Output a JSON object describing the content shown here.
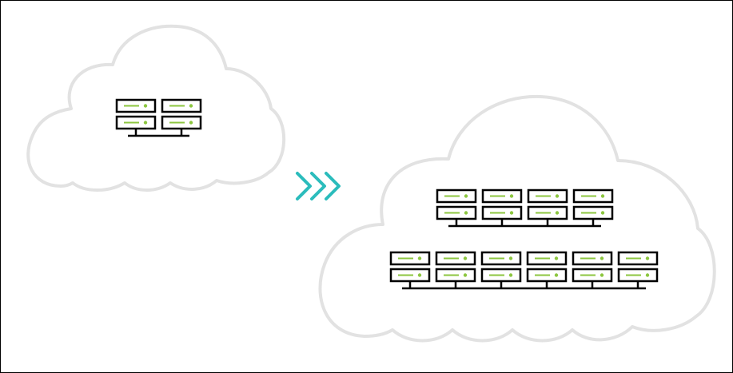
{
  "colors": {
    "background": "#ffffff",
    "frame": "#000000",
    "cloud_outline": "#e2e2e2",
    "server_outline": "#000000",
    "server_led": "#8cc63f",
    "arrow": "#2bbcbc"
  },
  "diagram": {
    "small_cloud": {
      "icon": "cloud-icon",
      "server_racks": 1,
      "racks": [
        {
          "servers_per_rack": 2,
          "units_per_server": 2
        }
      ]
    },
    "transition": {
      "icon": "triple-chevron-right-icon",
      "chevrons": 3
    },
    "large_cloud": {
      "icon": "cloud-icon",
      "server_racks": 2,
      "racks": [
        {
          "servers_per_rack": 4,
          "units_per_server": 2
        },
        {
          "servers_per_rack": 6,
          "units_per_server": 2
        }
      ]
    }
  }
}
